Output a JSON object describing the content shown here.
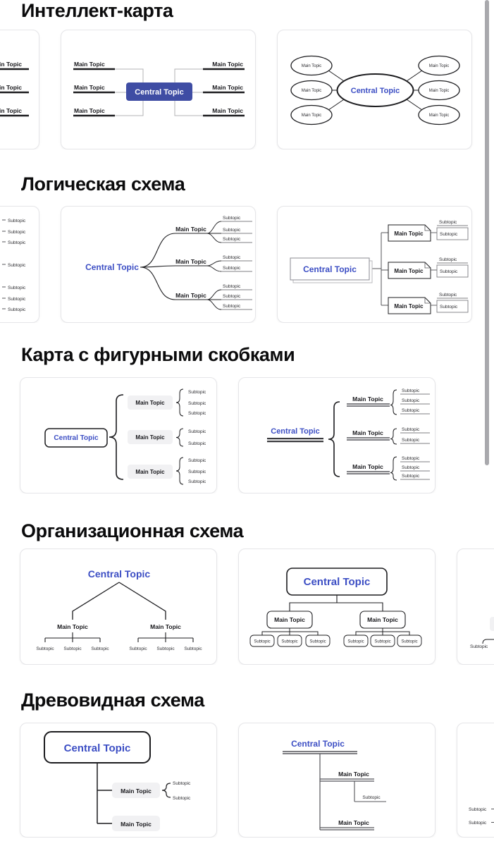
{
  "labels": {
    "central_topic": "Central Topic",
    "main_topic": "Main Topic",
    "subtopic": "Subtopic"
  },
  "colors": {
    "accent_text": "#3c4ec4",
    "central_badge_bg": "#3f4da4",
    "central_badge_text": "#ffffff",
    "heading_text": "#0b0b0c",
    "card_border": "#e5e5e8",
    "diagram_line_dark": "#1c1c1f",
    "diagram_line_gray": "#b3b3b6",
    "topic_fill": "#f1f1f3",
    "scrollbar_thumb": "#a9a9ad"
  },
  "sections": [
    {
      "title": "Интеллект-карта"
    },
    {
      "title": "Логическая схема"
    },
    {
      "title": "Карта с фигурными скобками"
    },
    {
      "title": "Организационная схема"
    },
    {
      "title": "Древовидная схема"
    }
  ]
}
